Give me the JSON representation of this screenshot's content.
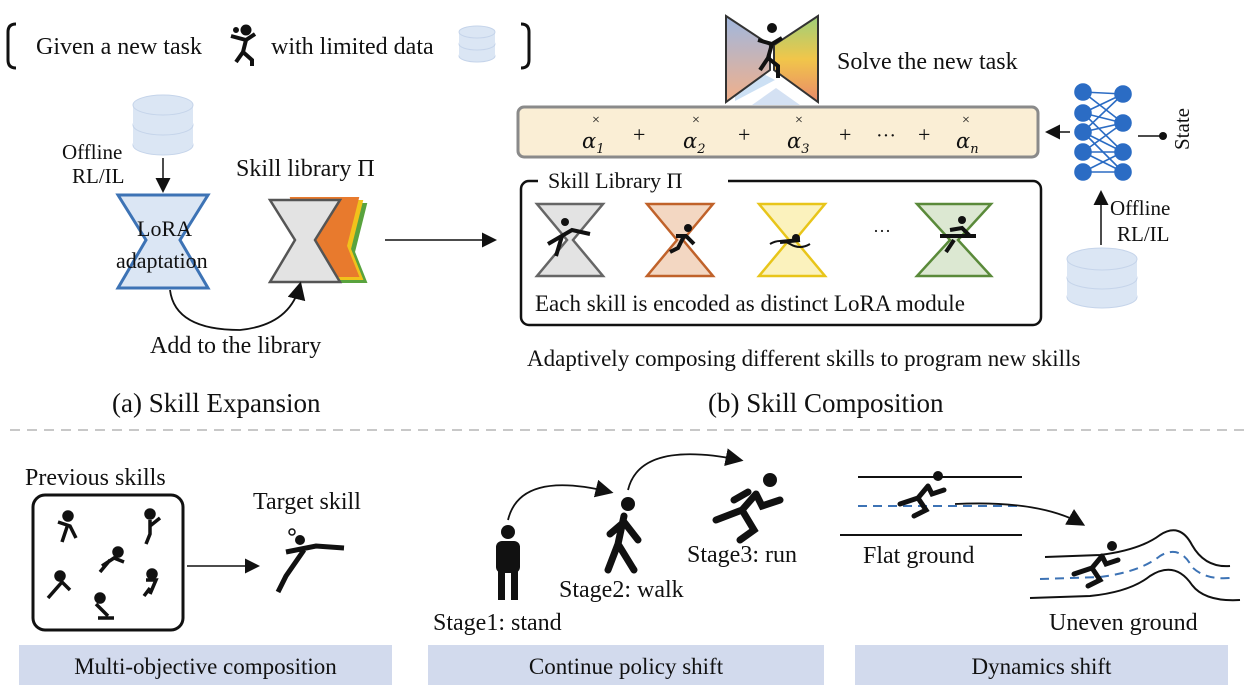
{
  "header": {
    "given_text": "Given a new task",
    "limited_text": "with limited data"
  },
  "expansion": {
    "offline": "Offline",
    "rl_il": "RL/IL",
    "lora": "LoRA",
    "adaptation": "adaptation",
    "library_title": "Skill library Π",
    "add_text": "Add to the library",
    "caption": "(a) Skill Expansion"
  },
  "composition": {
    "solve_text": "Solve the new task",
    "alphas": [
      "α",
      "α",
      "α",
      "α"
    ],
    "alpha_subs": [
      "1",
      "2",
      "3",
      "n"
    ],
    "plus": "+",
    "ellipsis": "···",
    "library_label": "Skill Library Π",
    "skill_ellipsis": "···",
    "encoded_text": "Each skill is encoded as distinct LoRA module",
    "state_label": "State",
    "offline": "Offline",
    "rl_il": "RL/IL",
    "adaptive_text": "Adaptively composing different skills to program new skills",
    "caption": "(b) Skill Composition",
    "skill_colors": [
      "#666666",
      "#c0622a",
      "#e8c51a",
      "#5a8a3a"
    ]
  },
  "bottom": {
    "previous_skills": "Previous skills",
    "target_skill": "Target skill",
    "band1": "Multi-objective composition",
    "stage1": "Stage1: stand",
    "stage2": "Stage2: walk",
    "stage3": "Stage3: run",
    "band2": "Continue policy shift",
    "flat_ground": "Flat ground",
    "uneven_ground": "Uneven ground",
    "band3": "Dynamics shift"
  }
}
